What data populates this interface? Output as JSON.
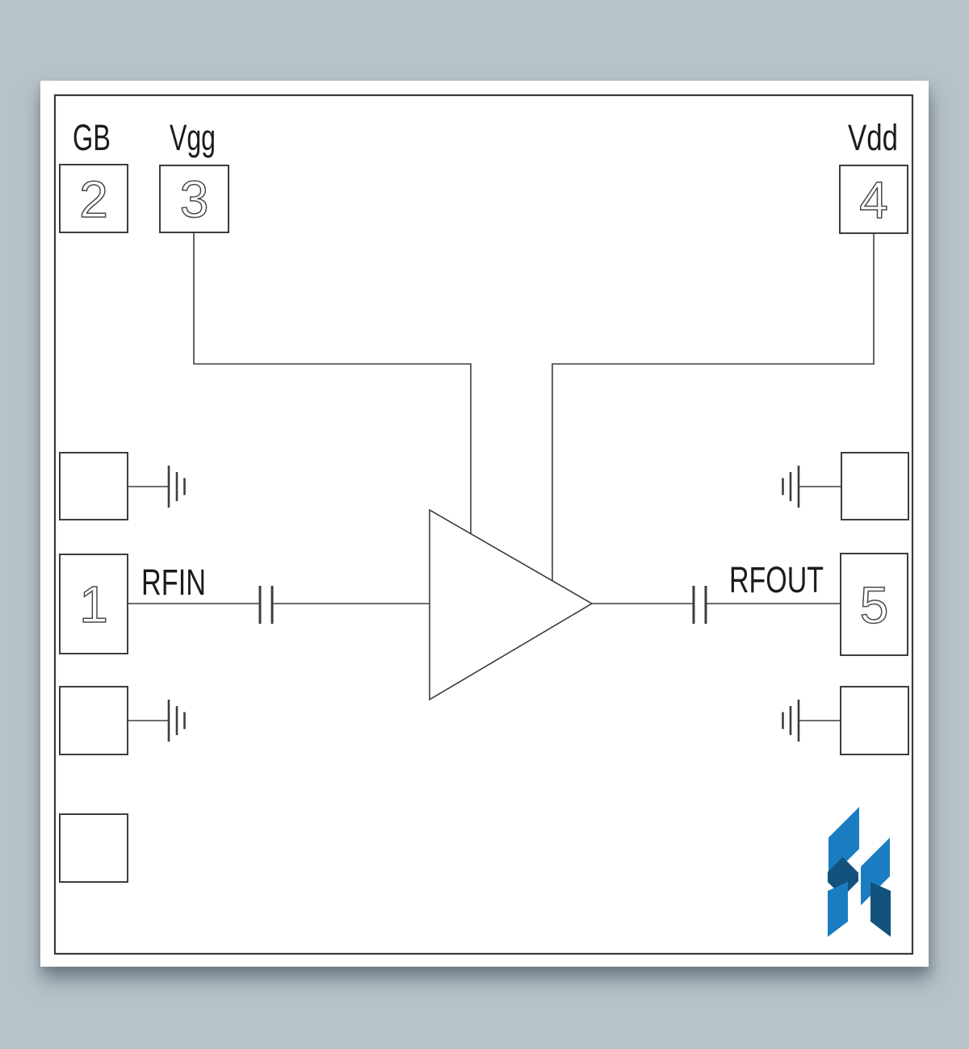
{
  "canvas": {
    "background_color": "#b7c2c9",
    "page_color": "#ffffff",
    "line_color": "#3d3d3d",
    "digit_color": "#4a4a4a"
  },
  "pads": {
    "pin1": {
      "number": "1",
      "label": "RFIN"
    },
    "pin2": {
      "number": "2",
      "label": "GB"
    },
    "pin3": {
      "number": "3",
      "label": "Vgg"
    },
    "pin4": {
      "number": "4",
      "label": "Vdd"
    },
    "pin5": {
      "number": "5",
      "label": "RFOUT"
    }
  },
  "icons": {
    "amplifier": "amplifier-triangle",
    "capacitor": "series-capacitor",
    "ground": "rf-ground-symbol",
    "logo": "company-logo-stylized-h"
  },
  "logo": {
    "light_color": "#1a7dc2",
    "dark_color": "#14527e"
  }
}
